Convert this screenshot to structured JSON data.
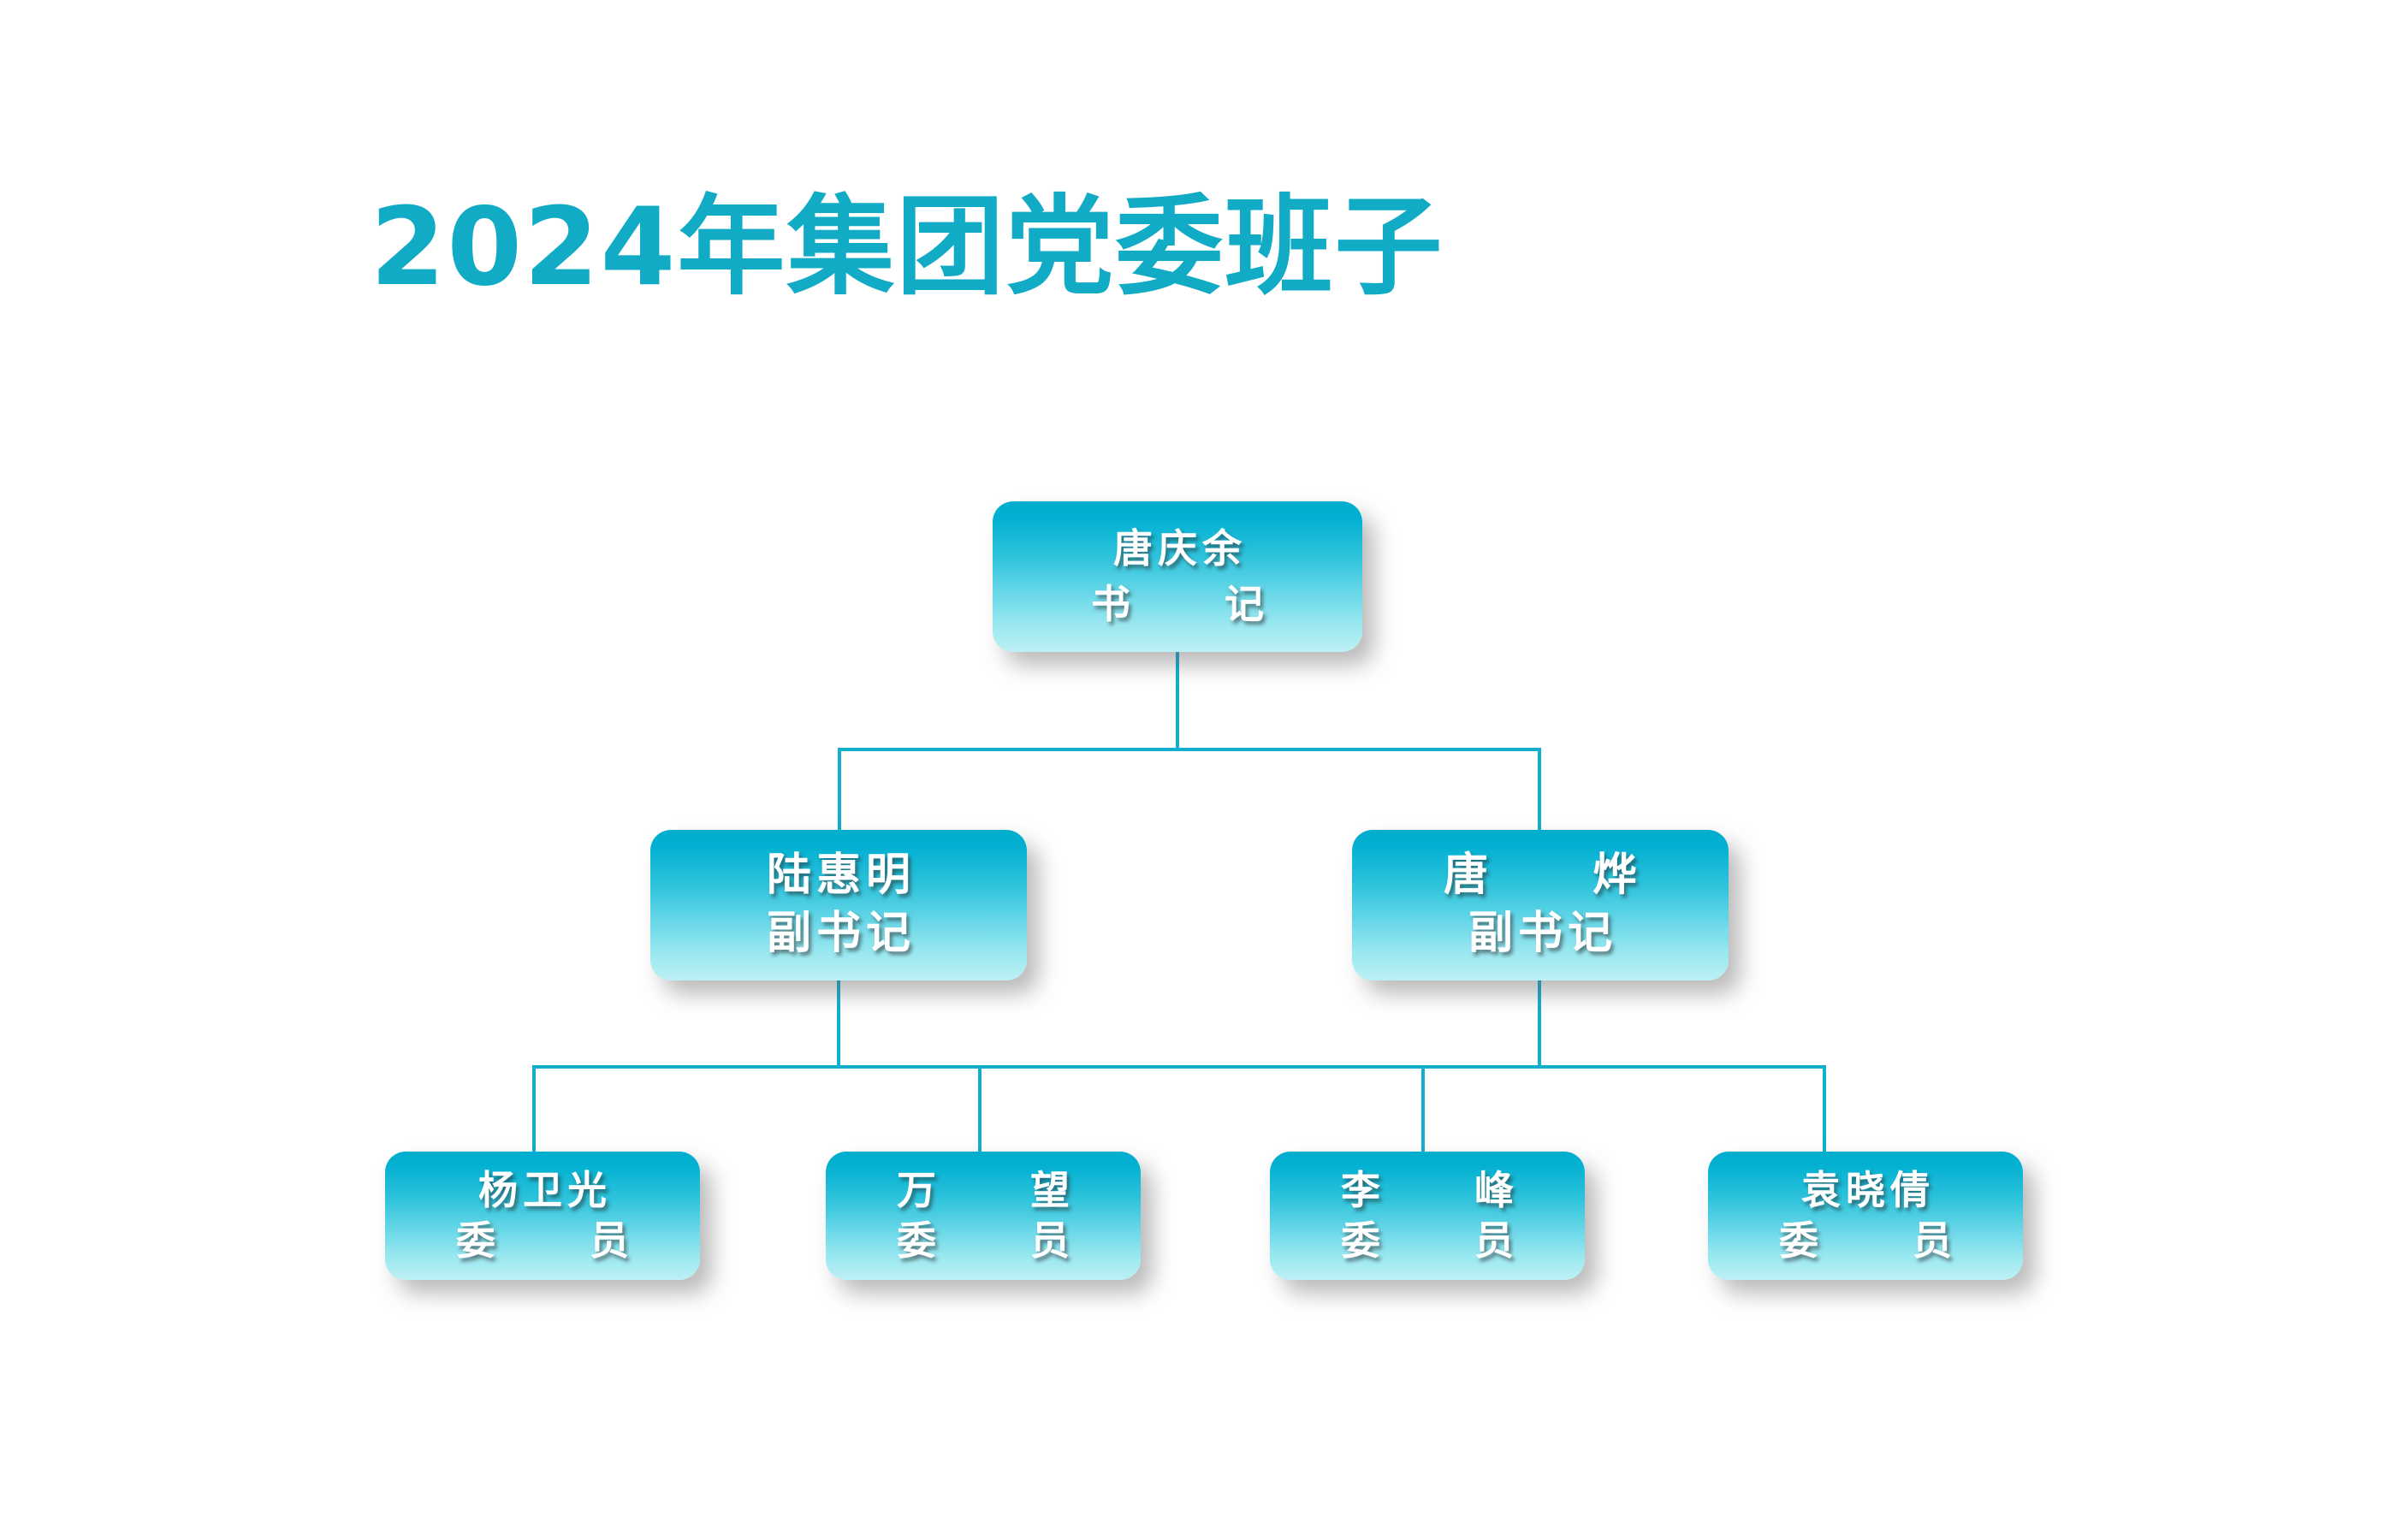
{
  "page": {
    "title": "2024年集团党委班子",
    "background_color": "#ffffff",
    "title_color": "#11abc6",
    "line_color": "#12aece",
    "node_gradient_top": "#00adcd",
    "node_gradient_bottom": "#bdf0f5",
    "node_text_color": "#ffffff"
  },
  "org_chart": {
    "type": "organization-chart",
    "levels": 3,
    "root": {
      "name": "唐庆余",
      "role": "书　　记"
    },
    "level2": [
      {
        "name": "陆惠明",
        "role": "副书记"
      },
      {
        "name": "唐　　烨",
        "role": "副书记"
      }
    ],
    "level3": [
      {
        "name": "杨卫光",
        "role": "委　　员"
      },
      {
        "name": "万　　望",
        "role": "委　　员"
      },
      {
        "name": "李　　峰",
        "role": "委　　员"
      },
      {
        "name": "袁晓倩",
        "role": "委　　员"
      }
    ]
  }
}
